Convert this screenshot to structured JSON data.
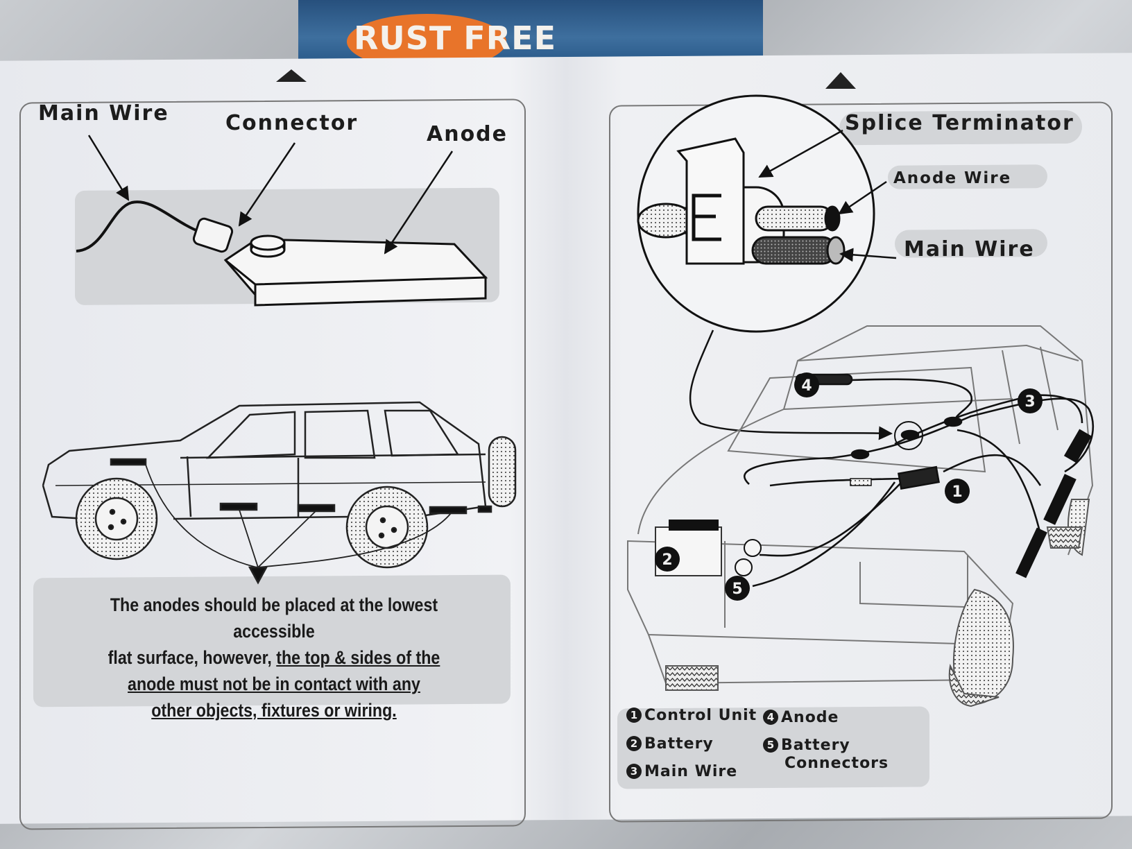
{
  "brochure": {
    "text": "RUST FREE"
  },
  "left_page": {
    "labels": {
      "main_wire": "Main Wire",
      "connector": "Connector",
      "anode": "Anode"
    },
    "caption": {
      "line1": "The anodes should be placed at the lowest accessible",
      "line2_plain": "flat surface, however, ",
      "line2_underlined": "the top & sides of the",
      "line3_underlined": "anode must not be in contact with any",
      "line4_underlined": "other objects, fixtures or wiring."
    }
  },
  "right_page": {
    "labels": {
      "splice_terminator": "Splice Terminator",
      "anode_wire": "Anode Wire",
      "main_wire": "Main Wire"
    },
    "splice_letter": "E",
    "markers": [
      "1",
      "2",
      "3",
      "4",
      "5"
    ],
    "legend": [
      {
        "num": "1",
        "text": "Control Unit"
      },
      {
        "num": "2",
        "text": "Battery"
      },
      {
        "num": "3",
        "text": "Main Wire"
      },
      {
        "num": "4",
        "text": "Anode"
      },
      {
        "num": "5",
        "text": "Battery"
      },
      {
        "num": "",
        "text": "Connectors"
      }
    ]
  }
}
